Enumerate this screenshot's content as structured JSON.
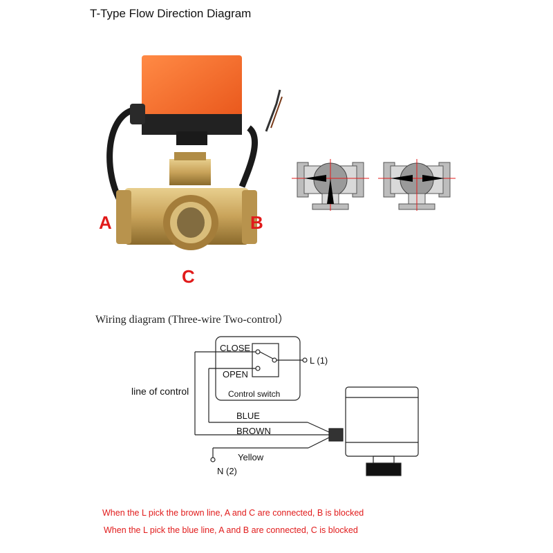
{
  "title": "T-Type Flow Direction Diagram",
  "ports": {
    "a": "A",
    "b": "B",
    "c": "C"
  },
  "wiring": {
    "title": "Wiring diagram (Three-wire Two-control）",
    "close": "CLOSE",
    "open": "OPEN",
    "l_terminal": "L (1)",
    "switch_label": "Control switch",
    "line_of_control": "line of control",
    "blue": "BLUE",
    "brown": "BROWN",
    "yellow": "Yellow",
    "n_terminal": "N (2)"
  },
  "notes": [
    "When the L pick the brown line, A and C are connected, B is blocked",
    "When the L pick the blue line, A and B are connected, C is blocked"
  ],
  "colors": {
    "actuator": "#f26a2a",
    "brass": "#c9a35a",
    "accent_red": "#e11b1b",
    "valve_gray": "#bdbdbd"
  }
}
